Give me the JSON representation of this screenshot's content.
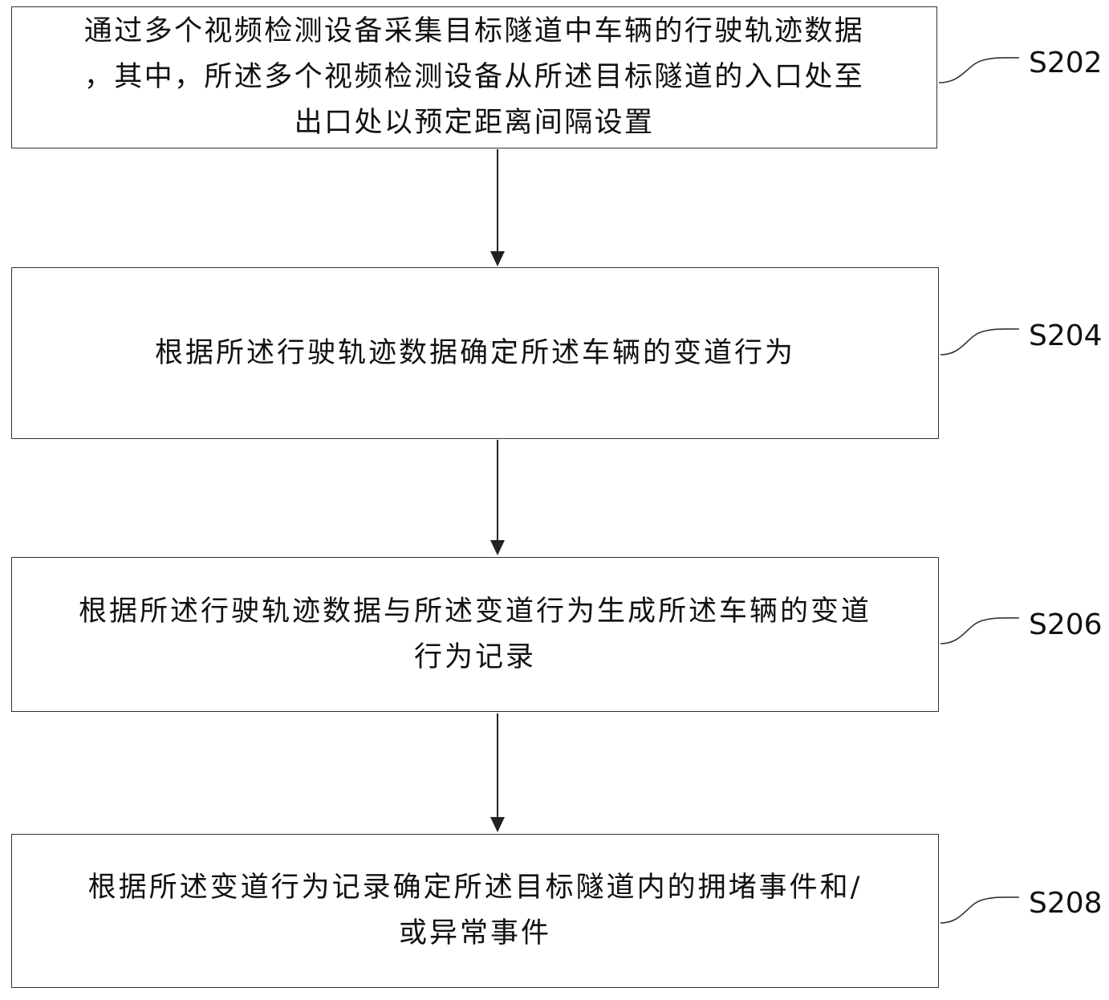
{
  "steps": [
    {
      "id": "S202",
      "label": "S202",
      "text": "通过多个视频检测设备采集目标隧道中车辆的行驶轨迹数据\n，其中，所述多个视频检测设备从所述目标隧道的入口处至\n出口处以预定距离间隔设置"
    },
    {
      "id": "S204",
      "label": "S204",
      "text": "根据所述行驶轨迹数据确定所述车辆的变道行为"
    },
    {
      "id": "S206",
      "label": "S206",
      "text": "根据所述行驶轨迹数据与所述变道行为生成所述车辆的变道\n行为记录"
    },
    {
      "id": "S208",
      "label": "S208",
      "text": "根据所述变道行为记录确定所述目标隧道内的拥堵事件和/\n或异常事件"
    }
  ],
  "colors": {
    "border": "#333333",
    "arrow": "#222222",
    "text": "#111111",
    "background": "#ffffff"
  }
}
